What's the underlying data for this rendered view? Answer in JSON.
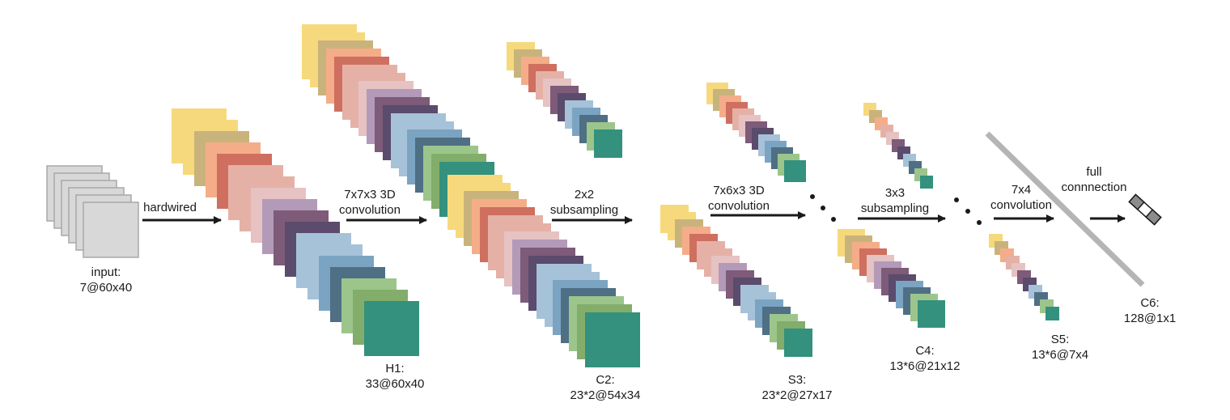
{
  "colors": {
    "palette": [
      "#f6d97c",
      "#c9b37c",
      "#f4ad88",
      "#cf6f5f",
      "#e5b1a6",
      "#e6c2c2",
      "#b39ab9",
      "#7d5b79",
      "#5b4b6c",
      "#a6c2d8",
      "#7ba4c2",
      "#4f6f84",
      "#9cc58b",
      "#82ad6a",
      "#33917e"
    ],
    "input_gray": "#d8d8d8",
    "input_edge": "#a8a8a8",
    "arrow": "#1a1a1a",
    "full_connection_bar": "#b5b5b5"
  },
  "stacks": {
    "input": {
      "slices": 6
    },
    "h1": {
      "slices": 18
    },
    "c2_top": {
      "slices": 18
    },
    "c2_bottom": {
      "slices": 18
    },
    "s3_top": {
      "slices": 13
    },
    "s3_bottom": {
      "slices": 18
    },
    "c4_top": {
      "slices": 13
    },
    "c4_bottom": {
      "slices": 12
    },
    "s5_top": {
      "slices": 11
    },
    "s5_bottom": {
      "slices": 11
    }
  },
  "layers": {
    "input": {
      "name": "input:",
      "dims": "7@60x40"
    },
    "h1": {
      "name": "H1:",
      "dims": "33@60x40"
    },
    "c2": {
      "name": "C2:",
      "dims": "23*2@54x34"
    },
    "s3": {
      "name": "S3:",
      "dims": "23*2@27x17"
    },
    "c4": {
      "name": "C4:",
      "dims": "13*6@21x12"
    },
    "s5": {
      "name": "S5:",
      "dims": "13*6@7x4"
    },
    "c6": {
      "name": "C6:",
      "dims": "128@1x1"
    }
  },
  "operations": {
    "op1": {
      "line1": "hardwired"
    },
    "op2": {
      "line1": "7x7x3 3D",
      "line2": "convolution"
    },
    "op3": {
      "line1": "2x2",
      "line2": "subsampling"
    },
    "op4": {
      "line1": "7x6x3 3D",
      "line2": "convolution"
    },
    "op5": {
      "line1": "3x3",
      "line2": "subsampling"
    },
    "op6": {
      "line1": "7x4",
      "line2": "convolution"
    },
    "op7": {
      "line1": "full",
      "line2": "connnection"
    }
  }
}
